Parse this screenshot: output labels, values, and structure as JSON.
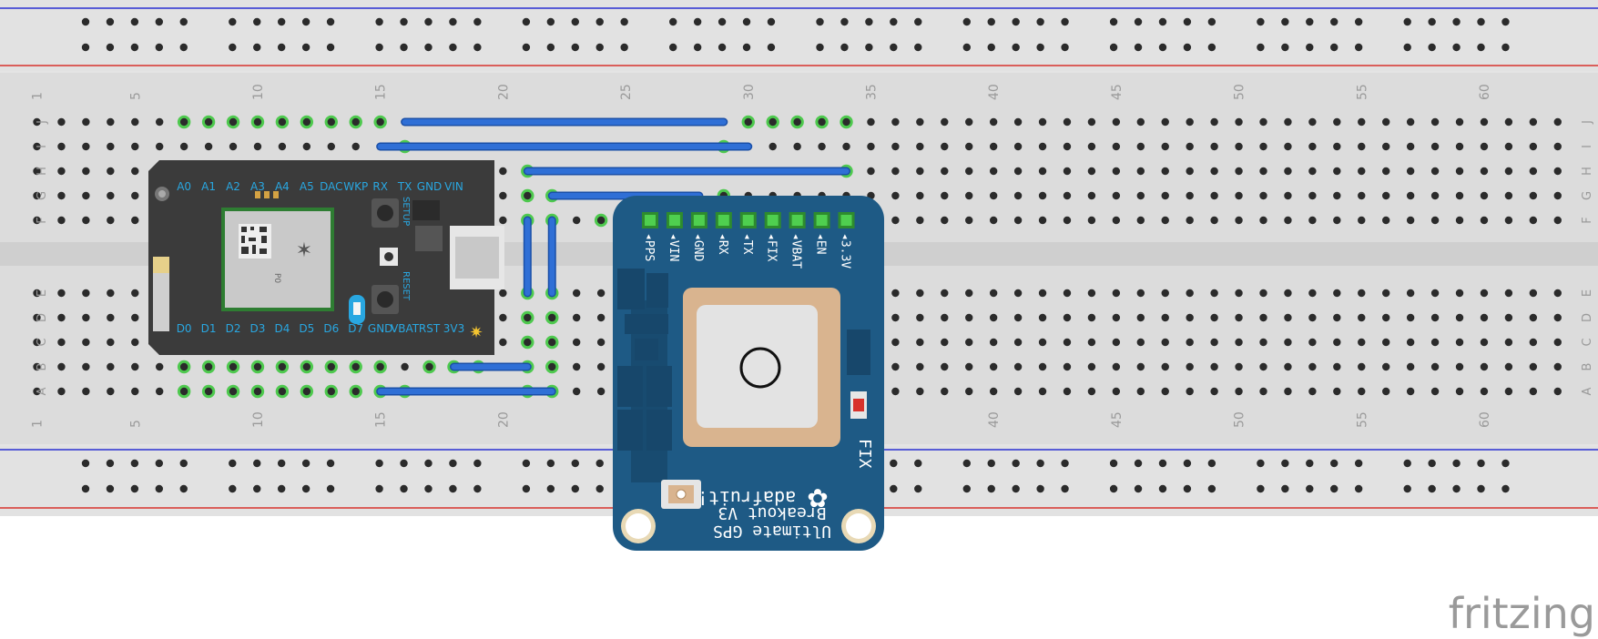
{
  "breadboard": {
    "column_numbers": [
      "1",
      "5",
      "10",
      "15",
      "20",
      "25",
      "30",
      "35",
      "40",
      "45",
      "50",
      "55",
      "60"
    ],
    "row_letters_top": [
      "J",
      "I",
      "H",
      "G",
      "F"
    ],
    "row_letters_bottom": [
      "E",
      "D",
      "C",
      "B",
      "A"
    ],
    "colors": {
      "board": "#dcdcdc",
      "rail": "#e3e3e3",
      "hole": "#2b2b2b",
      "green": "#4ec94e",
      "blue_line": "#2b2fd1",
      "red_line": "#d8322c",
      "wire": "#2f6fd6"
    }
  },
  "photon": {
    "top_pins": [
      "A0",
      "A1",
      "A2",
      "A3",
      "A4",
      "A5",
      "DAC",
      "WKP",
      "RX",
      "TX",
      "GND",
      "VIN"
    ],
    "bottom_pins": [
      "D0",
      "D1",
      "D2",
      "D3",
      "D4",
      "D5",
      "D6",
      "D7",
      "GND",
      "VBAT",
      "RST",
      "3V3"
    ],
    "setup_label": "SETUP",
    "reset_label": "RESET",
    "module_label": "P0",
    "colors": {
      "body": "#3a3a3a",
      "pin_text": "#29a7e1",
      "module": "#c8c8c8"
    }
  },
  "gps": {
    "pins": [
      "PPS",
      "VIN",
      "GND",
      "RX",
      "TX",
      "FIX",
      "VBAT",
      "EN",
      "3.3V"
    ],
    "fix_label": "FIX",
    "brand": "adafruit!",
    "title_line1": "Ultimate GPS",
    "title_line2": "Breakout V3",
    "colors": {
      "board": "#1e5a85",
      "pad": "#4fcf4f",
      "antenna": "#d9b48f"
    }
  },
  "watermark": "fritzing"
}
